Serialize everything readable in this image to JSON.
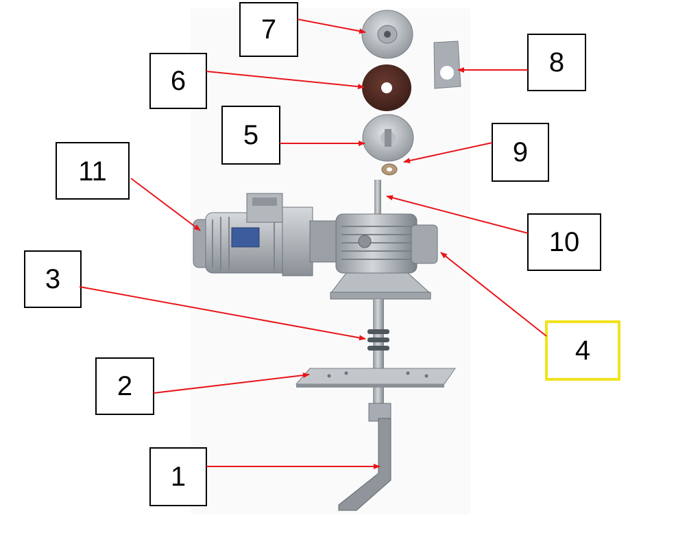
{
  "labels": [
    {
      "id": "1",
      "text": "1",
      "highlighted": false
    },
    {
      "id": "2",
      "text": "2",
      "highlighted": false
    },
    {
      "id": "3",
      "text": "3",
      "highlighted": false
    },
    {
      "id": "4",
      "text": "4",
      "highlighted": true
    },
    {
      "id": "5",
      "text": "5",
      "highlighted": false
    },
    {
      "id": "6",
      "text": "6",
      "highlighted": false
    },
    {
      "id": "7",
      "text": "7",
      "highlighted": false
    },
    {
      "id": "8",
      "text": "8",
      "highlighted": false
    },
    {
      "id": "9",
      "text": "9",
      "highlighted": false
    },
    {
      "id": "10",
      "text": "10",
      "highlighted": false
    },
    {
      "id": "11",
      "text": "11",
      "highlighted": false
    }
  ],
  "colors": {
    "arrow": "#e8141b",
    "box_border": "#000000",
    "highlight_border": "#f2e21c",
    "metal_light": "#c9cdd1",
    "metal_mid": "#9ea4aa",
    "metal_dark": "#6d747b",
    "felt": "#4a2620",
    "motor_label": "#3d5c9e"
  }
}
